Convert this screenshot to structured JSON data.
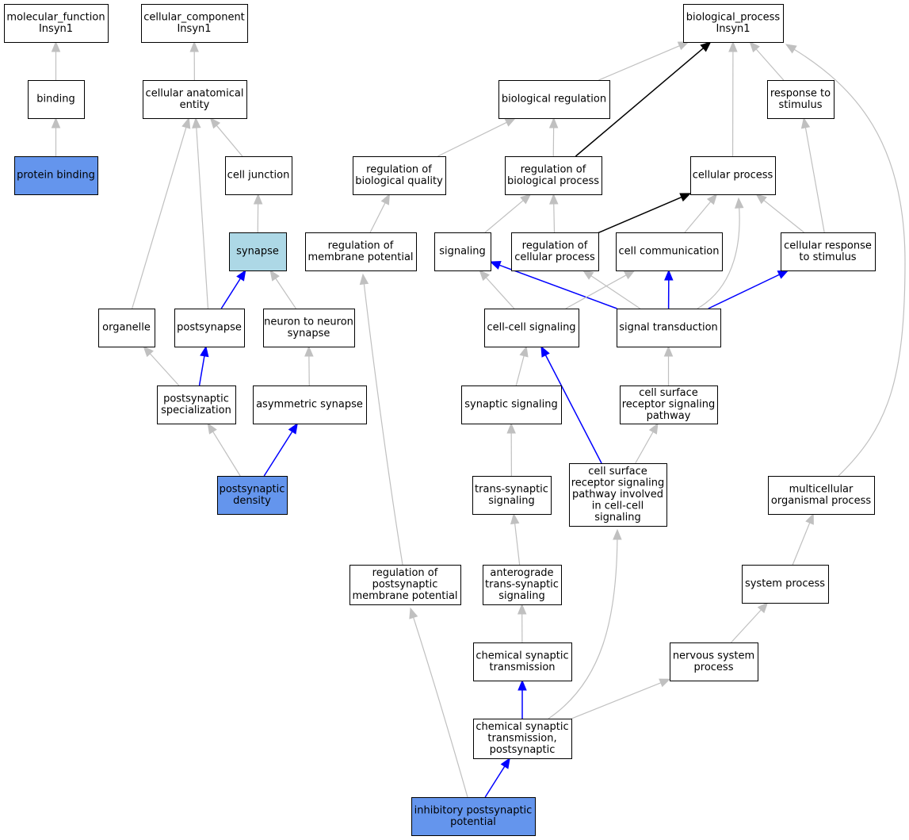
{
  "colors": {
    "node_default": "#ffffff",
    "node_annotated": "#6495ed",
    "node_highlight": "#add8e6",
    "edge_is_a": "#c0c0c0",
    "edge_part_of": "#0000ff",
    "edge_regulates": "#000000",
    "border": "#000000",
    "text": "#000000"
  },
  "nodes": [
    {
      "id": "molecular_function",
      "lines": [
        "molecular_function",
        "Insyn1"
      ],
      "style": "default"
    },
    {
      "id": "binding",
      "lines": [
        "binding"
      ],
      "style": "default"
    },
    {
      "id": "protein_binding",
      "lines": [
        "protein binding"
      ],
      "style": "annotated"
    },
    {
      "id": "cellular_component",
      "lines": [
        "cellular_component",
        "Insyn1"
      ],
      "style": "default"
    },
    {
      "id": "cellular_anatomical_entity",
      "lines": [
        "cellular anatomical",
        "entity"
      ],
      "style": "default"
    },
    {
      "id": "cell_junction",
      "lines": [
        "cell junction"
      ],
      "style": "default"
    },
    {
      "id": "synapse",
      "lines": [
        "synapse"
      ],
      "style": "highlight"
    },
    {
      "id": "organelle",
      "lines": [
        "organelle"
      ],
      "style": "default"
    },
    {
      "id": "postsynapse",
      "lines": [
        "postsynapse"
      ],
      "style": "default"
    },
    {
      "id": "neuron_to_neuron_synapse",
      "lines": [
        "neuron to neuron",
        "synapse"
      ],
      "style": "default"
    },
    {
      "id": "postsynaptic_specialization",
      "lines": [
        "postsynaptic",
        "specialization"
      ],
      "style": "default"
    },
    {
      "id": "asymmetric_synapse",
      "lines": [
        "asymmetric synapse"
      ],
      "style": "default"
    },
    {
      "id": "postsynaptic_density",
      "lines": [
        "postsynaptic",
        "density"
      ],
      "style": "annotated"
    },
    {
      "id": "biological_process",
      "lines": [
        "biological_process",
        "Insyn1"
      ],
      "style": "default"
    },
    {
      "id": "biological_regulation",
      "lines": [
        "biological regulation"
      ],
      "style": "default"
    },
    {
      "id": "response_to_stimulus",
      "lines": [
        "response to",
        "stimulus"
      ],
      "style": "default"
    },
    {
      "id": "regulation_of_biological_quality",
      "lines": [
        "regulation of",
        "biological quality"
      ],
      "style": "default"
    },
    {
      "id": "regulation_of_biological_process",
      "lines": [
        "regulation of",
        "biological process"
      ],
      "style": "default"
    },
    {
      "id": "cellular_process",
      "lines": [
        "cellular process"
      ],
      "style": "default"
    },
    {
      "id": "regulation_of_membrane_potential",
      "lines": [
        "regulation of",
        "membrane potential"
      ],
      "style": "default"
    },
    {
      "id": "signaling",
      "lines": [
        "signaling"
      ],
      "style": "default"
    },
    {
      "id": "regulation_of_cellular_process",
      "lines": [
        "regulation of",
        "cellular process"
      ],
      "style": "default"
    },
    {
      "id": "cell_communication",
      "lines": [
        "cell communication"
      ],
      "style": "default"
    },
    {
      "id": "cellular_response_to_stimulus",
      "lines": [
        "cellular response",
        "to stimulus"
      ],
      "style": "default"
    },
    {
      "id": "cell_cell_signaling",
      "lines": [
        "cell-cell signaling"
      ],
      "style": "default"
    },
    {
      "id": "signal_transduction",
      "lines": [
        "signal transduction"
      ],
      "style": "default"
    },
    {
      "id": "synaptic_signaling",
      "lines": [
        "synaptic signaling"
      ],
      "style": "default"
    },
    {
      "id": "cell_surface_receptor_signaling_pathway",
      "lines": [
        "cell surface",
        "receptor signaling",
        "pathway"
      ],
      "style": "default"
    },
    {
      "id": "trans_synaptic_signaling",
      "lines": [
        "trans-synaptic",
        "signaling"
      ],
      "style": "default"
    },
    {
      "id": "cell_surface_receptor_signaling_pathway_cell_cell",
      "lines": [
        "cell surface",
        "receptor signaling",
        "pathway involved",
        "in cell-cell",
        "signaling"
      ],
      "style": "default"
    },
    {
      "id": "multicellular_organismal_process",
      "lines": [
        "multicellular",
        "organismal process"
      ],
      "style": "default"
    },
    {
      "id": "regulation_of_postsynaptic_membrane_potential",
      "lines": [
        "regulation of",
        "postsynaptic",
        "membrane potential"
      ],
      "style": "default"
    },
    {
      "id": "anterograde_trans_synaptic_signaling",
      "lines": [
        "anterograde",
        "trans-synaptic",
        "signaling"
      ],
      "style": "default"
    },
    {
      "id": "system_process",
      "lines": [
        "system process"
      ],
      "style": "default"
    },
    {
      "id": "chemical_synaptic_transmission",
      "lines": [
        "chemical synaptic",
        "transmission"
      ],
      "style": "default"
    },
    {
      "id": "nervous_system_process",
      "lines": [
        "nervous system",
        "process"
      ],
      "style": "default"
    },
    {
      "id": "chemical_synaptic_transmission_postsynaptic",
      "lines": [
        "chemical synaptic",
        "transmission,",
        "postsynaptic"
      ],
      "style": "default"
    },
    {
      "id": "inhibitory_postsynaptic_potential",
      "lines": [
        "inhibitory postsynaptic",
        "potential"
      ],
      "style": "annotated"
    }
  ],
  "edges": [
    {
      "from": "binding",
      "to": "molecular_function",
      "type": "is_a"
    },
    {
      "from": "protein_binding",
      "to": "binding",
      "type": "is_a"
    },
    {
      "from": "cellular_anatomical_entity",
      "to": "cellular_component",
      "type": "is_a"
    },
    {
      "from": "cell_junction",
      "to": "cellular_anatomical_entity",
      "type": "is_a"
    },
    {
      "from": "organelle",
      "to": "cellular_anatomical_entity",
      "type": "is_a"
    },
    {
      "from": "postsynapse",
      "to": "cellular_anatomical_entity",
      "type": "is_a"
    },
    {
      "from": "synapse",
      "to": "cell_junction",
      "type": "is_a"
    },
    {
      "from": "postsynapse",
      "to": "synapse",
      "type": "part_of"
    },
    {
      "from": "neuron_to_neuron_synapse",
      "to": "synapse",
      "type": "is_a"
    },
    {
      "from": "postsynaptic_specialization",
      "to": "organelle",
      "type": "is_a"
    },
    {
      "from": "postsynaptic_specialization",
      "to": "postsynapse",
      "type": "part_of"
    },
    {
      "from": "asymmetric_synapse",
      "to": "neuron_to_neuron_synapse",
      "type": "is_a"
    },
    {
      "from": "postsynaptic_density",
      "to": "postsynaptic_specialization",
      "type": "is_a"
    },
    {
      "from": "postsynaptic_density",
      "to": "asymmetric_synapse",
      "type": "part_of"
    },
    {
      "from": "biological_regulation",
      "to": "biological_process",
      "type": "is_a"
    },
    {
      "from": "response_to_stimulus",
      "to": "biological_process",
      "type": "is_a"
    },
    {
      "from": "regulation_of_biological_process",
      "to": "biological_process",
      "type": "regulates"
    },
    {
      "from": "cellular_process",
      "to": "biological_process",
      "type": "is_a"
    },
    {
      "from": "multicellular_organismal_process",
      "to": "biological_process",
      "type": "is_a"
    },
    {
      "from": "regulation_of_biological_quality",
      "to": "biological_regulation",
      "type": "is_a"
    },
    {
      "from": "regulation_of_biological_process",
      "to": "biological_regulation",
      "type": "is_a"
    },
    {
      "from": "regulation_of_membrane_potential",
      "to": "regulation_of_biological_quality",
      "type": "is_a"
    },
    {
      "from": "signaling",
      "to": "regulation_of_biological_process",
      "type": "is_a"
    },
    {
      "from": "regulation_of_cellular_process",
      "to": "regulation_of_biological_process",
      "type": "is_a"
    },
    {
      "from": "regulation_of_cellular_process",
      "to": "cellular_process",
      "type": "regulates"
    },
    {
      "from": "cell_communication",
      "to": "cellular_process",
      "type": "is_a"
    },
    {
      "from": "signal_transduction",
      "to": "cellular_process",
      "type": "is_a"
    },
    {
      "from": "cellular_response_to_stimulus",
      "to": "cellular_process",
      "type": "is_a"
    },
    {
      "from": "cellular_response_to_stimulus",
      "to": "response_to_stimulus",
      "type": "is_a"
    },
    {
      "from": "cell_cell_signaling",
      "to": "signaling",
      "type": "is_a"
    },
    {
      "from": "signal_transduction",
      "to": "signaling",
      "type": "part_of"
    },
    {
      "from": "signal_transduction",
      "to": "regulation_of_cellular_process",
      "type": "is_a"
    },
    {
      "from": "cell_cell_signaling",
      "to": "cell_communication",
      "type": "is_a"
    },
    {
      "from": "signal_transduction",
      "to": "cell_communication",
      "type": "part_of"
    },
    {
      "from": "signal_transduction",
      "to": "cellular_response_to_stimulus",
      "type": "part_of"
    },
    {
      "from": "synaptic_signaling",
      "to": "cell_cell_signaling",
      "type": "is_a"
    },
    {
      "from": "cell_surface_receptor_signaling_pathway_cell_cell",
      "to": "cell_cell_signaling",
      "type": "part_of"
    },
    {
      "from": "cell_surface_receptor_signaling_pathway",
      "to": "signal_transduction",
      "type": "is_a"
    },
    {
      "from": "cell_surface_receptor_signaling_pathway_cell_cell",
      "to": "cell_surface_receptor_signaling_pathway",
      "type": "is_a"
    },
    {
      "from": "trans_synaptic_signaling",
      "to": "synaptic_signaling",
      "type": "is_a"
    },
    {
      "from": "anterograde_trans_synaptic_signaling",
      "to": "trans_synaptic_signaling",
      "type": "is_a"
    },
    {
      "from": "regulation_of_postsynaptic_membrane_potential",
      "to": "regulation_of_membrane_potential",
      "type": "is_a"
    },
    {
      "from": "chemical_synaptic_transmission",
      "to": "anterograde_trans_synaptic_signaling",
      "type": "is_a"
    },
    {
      "from": "system_process",
      "to": "multicellular_organismal_process",
      "type": "is_a"
    },
    {
      "from": "nervous_system_process",
      "to": "system_process",
      "type": "is_a"
    },
    {
      "from": "chemical_synaptic_transmission_postsynaptic",
      "to": "chemical_synaptic_transmission",
      "type": "part_of"
    },
    {
      "from": "chemical_synaptic_transmission_postsynaptic",
      "to": "cell_surface_receptor_signaling_pathway_cell_cell",
      "type": "is_a"
    },
    {
      "from": "chemical_synaptic_transmission_postsynaptic",
      "to": "nervous_system_process",
      "type": "is_a"
    },
    {
      "from": "inhibitory_postsynaptic_potential",
      "to": "regulation_of_postsynaptic_membrane_potential",
      "type": "is_a"
    },
    {
      "from": "inhibitory_postsynaptic_potential",
      "to": "chemical_synaptic_transmission_postsynaptic",
      "type": "part_of"
    }
  ]
}
